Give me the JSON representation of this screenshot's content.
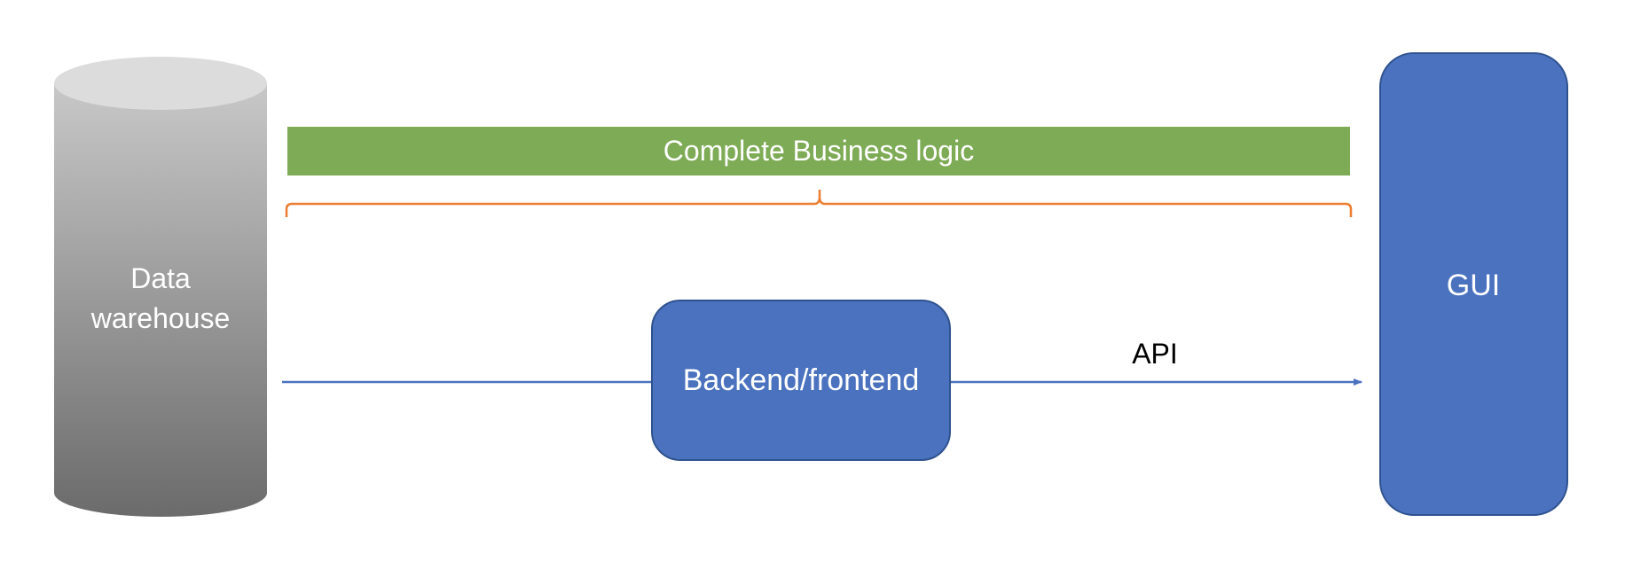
{
  "data_warehouse": {
    "label_line1": "Data",
    "label_line2": "warehouse"
  },
  "business_logic_bar": {
    "label": "Complete Business logic",
    "color": "#7eab55"
  },
  "brace_color": "#ed7d31",
  "backend": {
    "label": "Backend/frontend",
    "color": "#4a72bf"
  },
  "api": {
    "label": "API"
  },
  "gui": {
    "label": "GUI",
    "color": "#4a72bf"
  },
  "connector_color": "#4a72bf"
}
